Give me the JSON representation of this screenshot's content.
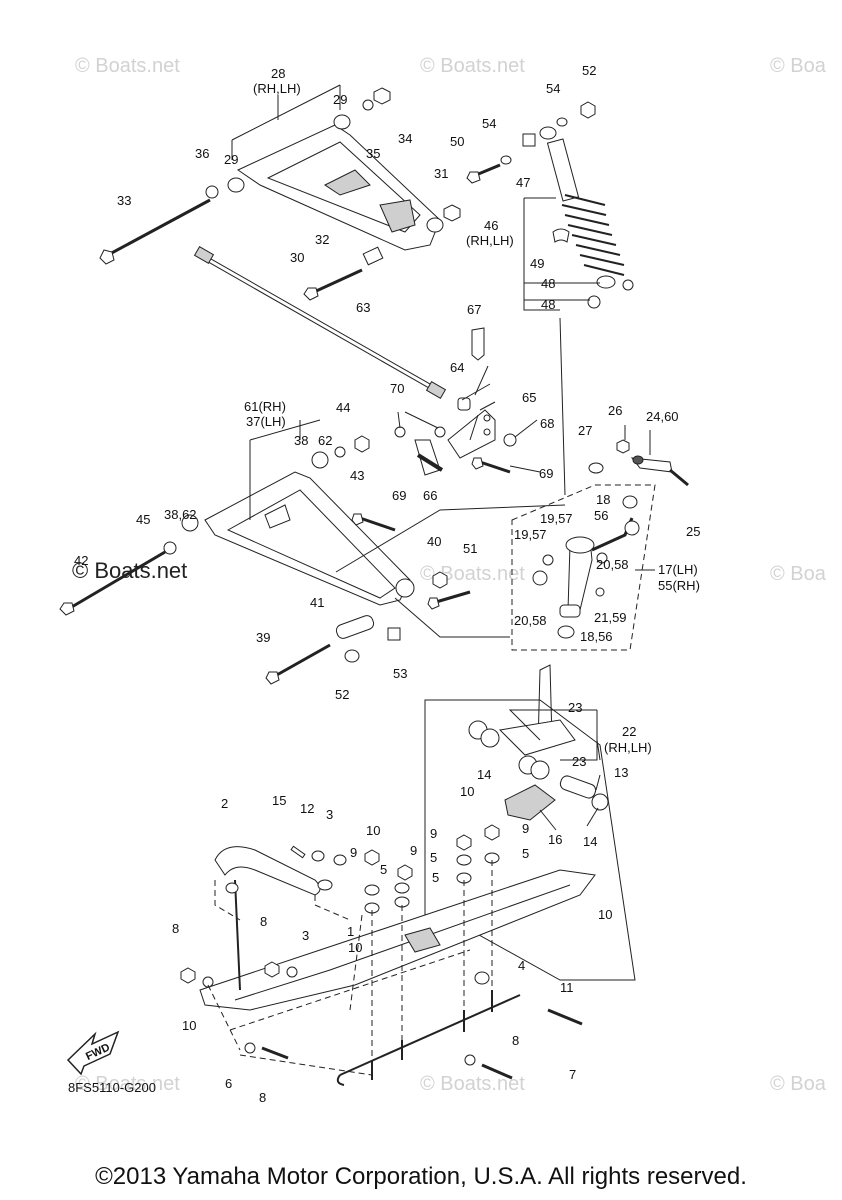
{
  "watermarks": [
    "© Boats.net",
    "© Boats.net",
    "© Boa",
    "© Boats.net",
    "© Boats.net",
    "© Boa",
    "© Boats.net",
    "© Boats.net",
    "© Boa"
  ],
  "watermark_dark": "© Boats.net",
  "diagram_code": "8FS5110-G200",
  "fwd_label": "FWD",
  "copyright": "©2013 Yamaha Motor Corporation, U.S.A. All rights reserved.",
  "callouts": [
    "28",
    "(RH,LH)",
    "29",
    "29",
    "34",
    "35",
    "36",
    "33",
    "31",
    "32",
    "30",
    "52",
    "54",
    "54",
    "50",
    "47",
    "46",
    "(RH,LH)",
    "49",
    "48",
    "48",
    "63",
    "67",
    "64",
    "65",
    "68",
    "70",
    "69",
    "69",
    "66",
    "61(RH)",
    "37(LH)",
    "44",
    "38",
    "62",
    "43",
    "45",
    "38,62",
    "42",
    "40",
    "51",
    "41",
    "39",
    "52",
    "53",
    "26",
    "24,60",
    "27",
    "25",
    "18",
    "19,57",
    "56",
    "19,57",
    "20,58",
    "17(LH)",
    "55(RH)",
    "21,59",
    "20,58",
    "18,56",
    "23",
    "22",
    "(RH,LH)",
    "23",
    "14",
    "13",
    "14",
    "16",
    "15",
    "12",
    "3",
    "2",
    "10",
    "9",
    "5",
    "9",
    "10",
    "9",
    "5",
    "9",
    "10",
    "5",
    "5",
    "1",
    "10",
    "8",
    "10",
    "8",
    "3",
    "4",
    "11",
    "7",
    "8",
    "6",
    "8"
  ]
}
